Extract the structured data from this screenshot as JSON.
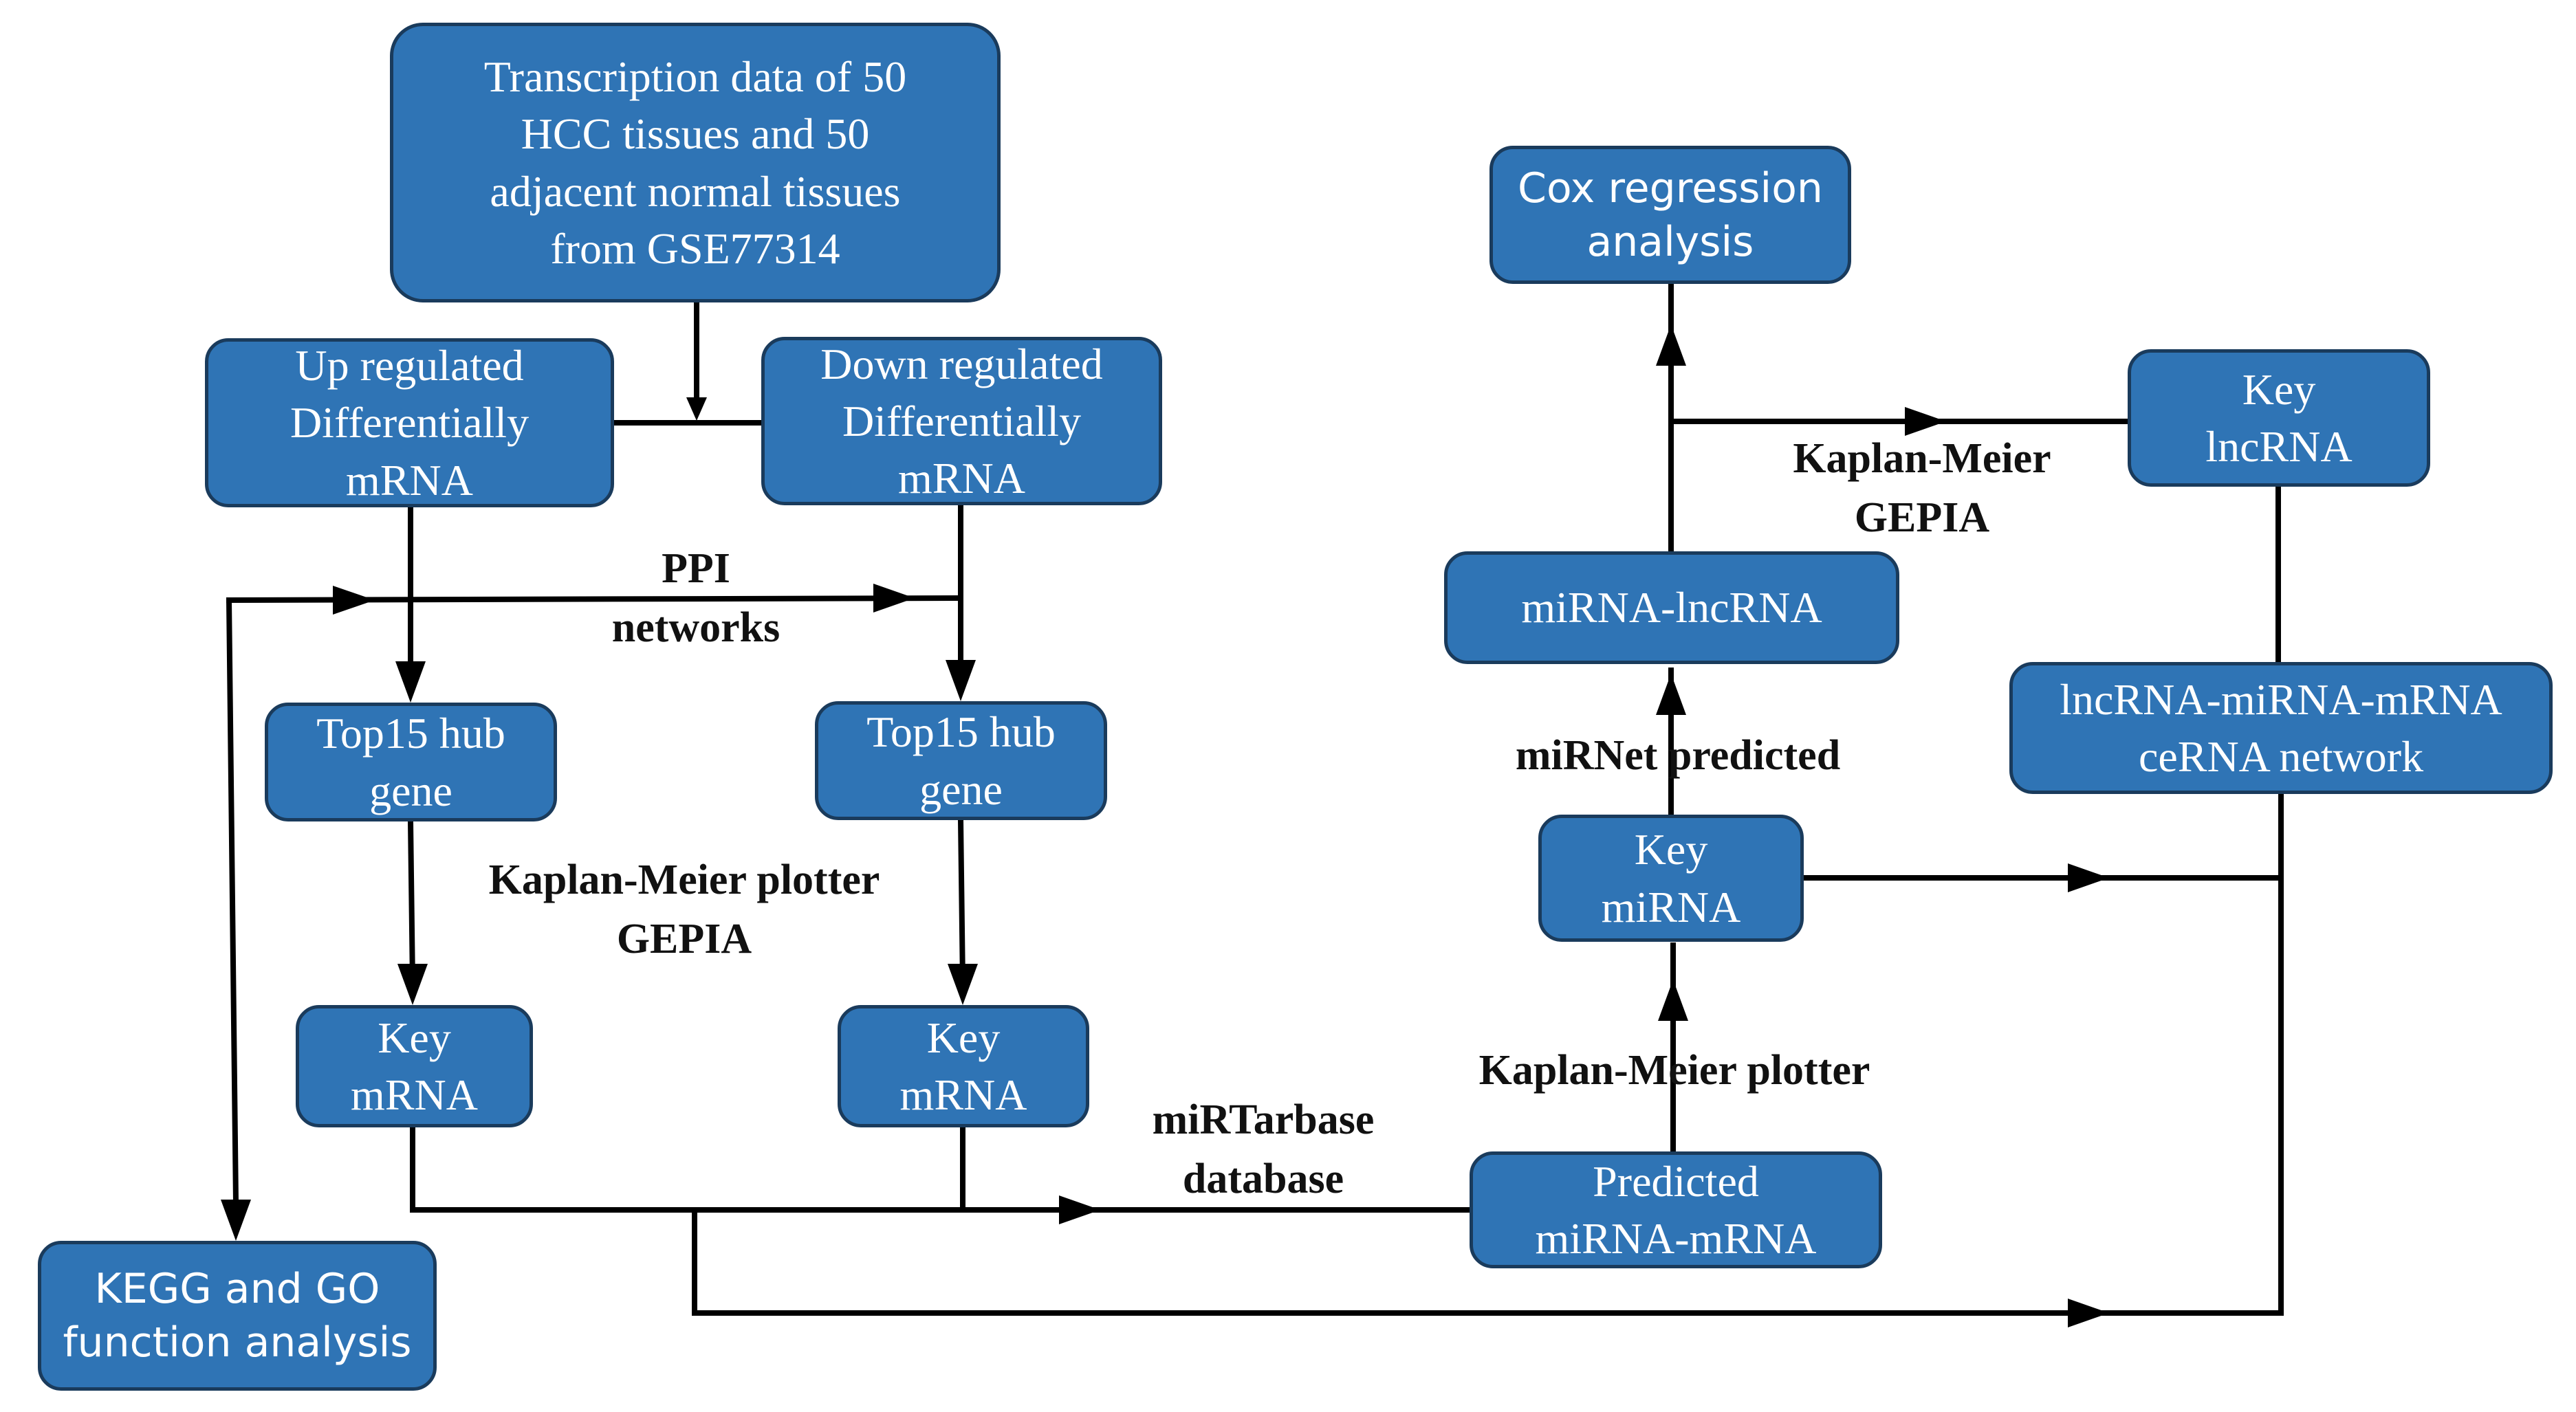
{
  "colors": {
    "box_fill": "#2f74b5",
    "box_border": "#1a3b5c",
    "box_text": "#ffffff",
    "line": "#000000",
    "label_text": "#111111"
  },
  "nodes": {
    "transcription": "Transcription data of 50\nHCC tissues and 50\nadjacent normal tissues\nfrom GSE77314",
    "up_regulated": "Up regulated\nDifferentially\nmRNA",
    "down_regulated": "Down regulated\nDifferentially\nmRNA",
    "top15_up": "Top15 hub\ngene",
    "top15_down": "Top15 hub\ngene",
    "key_mrna_up": "Key\nmRNA",
    "key_mrna_down": "Key\nmRNA",
    "kegg_go": "KEGG and GO\nfunction analysis",
    "predicted_mirna_mrna": "Predicted\nmiRNA-mRNA",
    "key_mirna": "Key\nmiRNA",
    "mirna_lncrna": "miRNA-lncRNA",
    "cox_regression": "Cox regression\nanalysis",
    "key_lncrna": "Key\nlncRNA",
    "cerna_network": "lncRNA-miRNA-mRNA\nceRNA network"
  },
  "labels": {
    "ppi": "PPI\nnetworks",
    "km_gepia_left": "Kaplan-Meier plotter\nGEPIA",
    "mirtarbase": "miRTarbase\ndatabase",
    "km_plotter_right": "Kaplan-Meier plotter",
    "mirnet": "miRNet predicted",
    "km_gepia_right": "Kaplan-Meier\nGEPIA"
  }
}
